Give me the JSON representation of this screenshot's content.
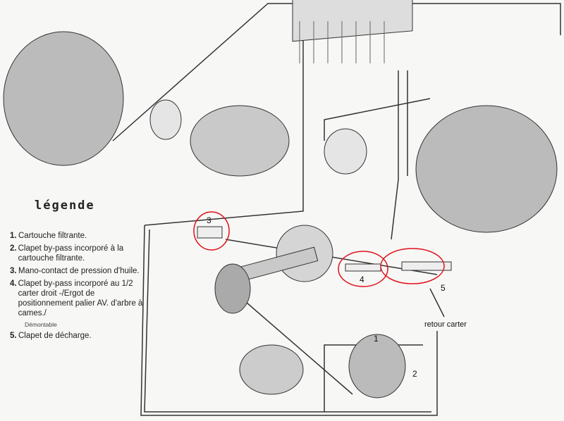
{
  "legend": {
    "title": "légende",
    "items": [
      {
        "number": "1.",
        "text": "Cartouche filtrante."
      },
      {
        "number": "2.",
        "text": "Clapet by-pass incorporé à la cartouche filtrante."
      },
      {
        "number": "3.",
        "text": "Mano-contact de pression d'huile."
      },
      {
        "number": "4.",
        "text": "Clapet by-pass incorporé au 1/2 carter droit -/Ergot de positionnement palier AV. d'arbre à cames./"
      },
      {
        "number": "5.",
        "text": "Clapet de décharge."
      }
    ],
    "note": "Démontable"
  },
  "callouts": {
    "c1": "1",
    "c2": "2",
    "c3": "3",
    "c4": "4",
    "c5": "5",
    "retour": "retour carter"
  },
  "colors": {
    "annotation": "#e0101a",
    "line": "#222222"
  }
}
